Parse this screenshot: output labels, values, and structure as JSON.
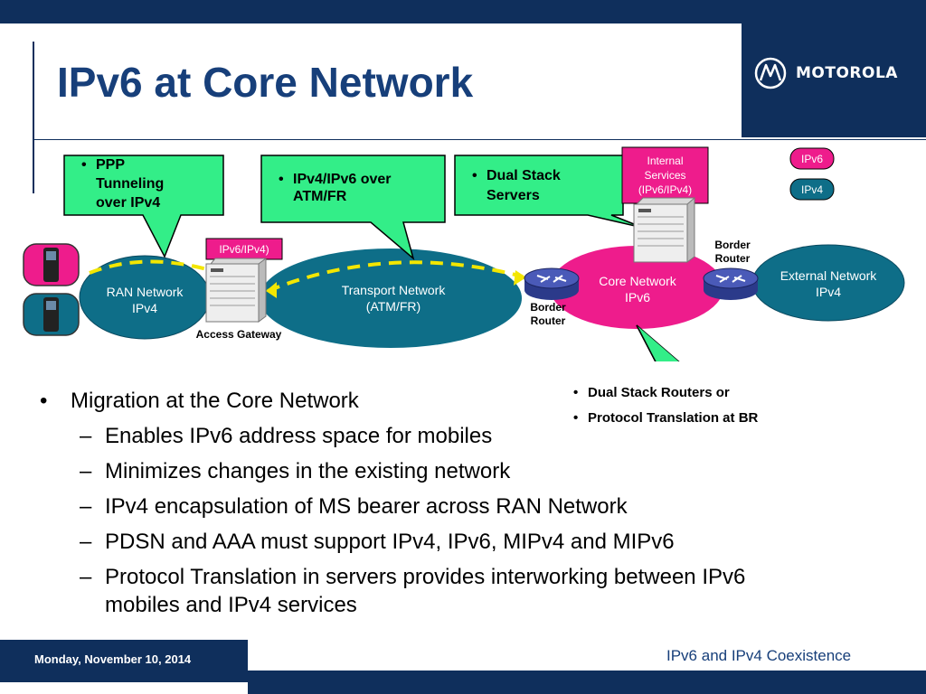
{
  "slide": {
    "title": "IPv6 at Core Network",
    "brand": "MOTOROLA",
    "footer_date": "Monday, November 10, 2014",
    "footer_title": "IPv6 and IPv4 Coexistence"
  },
  "diagram": {
    "ran_network": [
      "RAN Network",
      "IPv4"
    ],
    "transport_network": [
      "Transport Network",
      "(ATM/FR)"
    ],
    "core_network": [
      "Core Network",
      "IPv6"
    ],
    "external_network": [
      "External Network",
      "IPv4"
    ],
    "access_gateway": "Access Gateway",
    "gateway_tag": "IPv6/IPv4)",
    "internal_services": [
      "Internal",
      "Services",
      "(IPv6/IPv4)"
    ],
    "border_router_top": [
      "Border",
      "Router"
    ],
    "border_router_bottom": [
      "Border",
      "Router"
    ],
    "legend_ipv6": "IPv6",
    "legend_ipv4": "IPv4",
    "callouts": {
      "ppp": [
        "PPP",
        "Tunneling",
        "over IPv4"
      ],
      "atm": [
        "IPv4/IPv6 over",
        "ATM/FR"
      ],
      "dual_stack_servers": [
        "Dual Stack",
        "Servers"
      ],
      "routers": [
        "Dual Stack Routers or",
        "Protocol Translation at BR"
      ]
    },
    "colors": {
      "callout_green": "#33ee88",
      "network_teal": "#0e6e88",
      "ipv6_magenta": "#ee1c8c",
      "ipv4_teal": "#0e6e88",
      "navy": "#0f2f5c"
    }
  },
  "bullets": {
    "main": "Migration at the Core Network",
    "subs": [
      "Enables IPv6 address space for mobiles",
      "Minimizes changes in the existing network",
      "IPv4 encapsulation of MS bearer across RAN Network",
      "PDSN and AAA must support IPv4, IPv6, MIPv4 and MIPv6"
    ],
    "last_sub": [
      "Protocol Translation in servers provides interworking between IPv6",
      "mobiles and  IPv4 services"
    ]
  }
}
